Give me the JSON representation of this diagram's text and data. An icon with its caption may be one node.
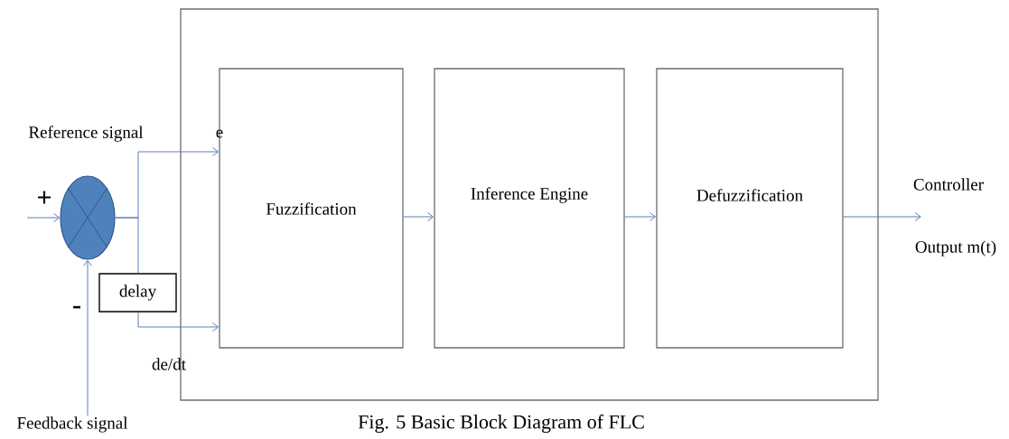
{
  "diagram": {
    "caption": "Fig. 5 Basic Block Diagram of FLC",
    "nodes": [
      {
        "text": [],
        "shape": "box"
      },
      {
        "text": [
          "Fuzzification"
        ],
        "in": 0
      },
      {
        "text": [
          "Inference Engine"
        ],
        "in": 0
      },
      {
        "text": [
          "Defuzzification"
        ],
        "in": 0
      },
      {
        "text": [],
        "shape": "circle"
      },
      {
        "text": [
          "delay"
        ]
      },
      {
        "text": [
          "Feedback signal"
        ]
      }
    ],
    "edges": [
      {
        "from": null,
        "to": 4,
        "arrow": "to"
      },
      {
        "from": 6,
        "to": 4,
        "arrow": "to"
      },
      {
        "from": 4,
        "to": 1,
        "arrow": "to",
        "label": "e"
      },
      {
        "from": 4,
        "to": 5,
        "arrow": "none"
      },
      {
        "from": 5,
        "to": 1,
        "arrow": "to",
        "label": "de/dt"
      },
      {
        "from": 1,
        "to": 2,
        "arrow": "to"
      },
      {
        "from": 2,
        "to": 3,
        "arrow": "to"
      },
      {
        "from": 3,
        "to": null,
        "arrow": "to"
      }
    ],
    "labels": [
      "Reference signal",
      "+",
      "-",
      "Controller",
      "Output m(t)"
    ]
  }
}
